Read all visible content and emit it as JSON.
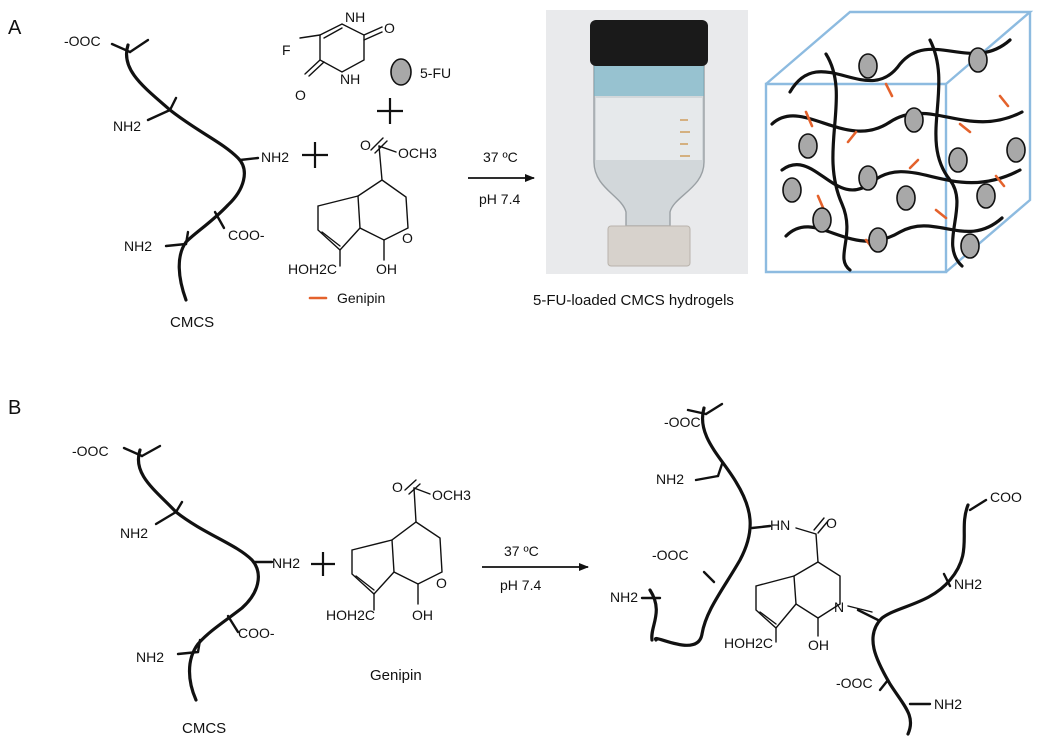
{
  "panel_a": {
    "letter": "A",
    "cmcs": {
      "coo_top": "-OOC",
      "nh2_1": "NH2",
      "nh2_2": "NH2",
      "coo_mid": "COO-",
      "nh2_3": "NH2",
      "caption": "CMCS"
    },
    "fu": {
      "f": "F",
      "nh_top": "NH",
      "o_right": "O",
      "nh_bottom": "NH",
      "o_bottom": "O",
      "legend_label": "5-FU"
    },
    "genipin": {
      "o_top": "O",
      "och3": "OCH3",
      "o_ring": "O",
      "hoh2c": "HOH2C",
      "oh": "OH",
      "legend_label": "Genipin"
    },
    "condition_temp": "37 ºC",
    "condition_ph": "pH 7.4",
    "hydrogel_caption": "5-FU-loaded CMCS hydrogels",
    "colors": {
      "crosslink": "#e4622c",
      "cube_edge": "#8dbbe0",
      "drug_fill": "#a8a8a8"
    }
  },
  "panel_b": {
    "letter": "B",
    "cmcs": {
      "coo_top": "-OOC",
      "nh2_1": "NH2",
      "nh2_2": "NH2",
      "coo_mid": "COO-",
      "nh2_3": "NH2",
      "caption": "CMCS"
    },
    "genipin": {
      "o_top": "O",
      "och3": "OCH3",
      "o_ring": "O",
      "hoh2c": "HOH2C",
      "oh": "OH",
      "caption": "Genipin"
    },
    "condition_temp": "37 ºC",
    "condition_ph": "pH 7.4",
    "product": {
      "coo_top": "-OOC",
      "nh2_a": "NH2",
      "hn": "HN",
      "o_amide": "O",
      "coo_left": "-OOC",
      "nh2_left": "NH2",
      "n_ring": "N",
      "hoh2c": "HOH2C",
      "oh": "OH",
      "coo_right": "COO",
      "nh2_right": "NH2",
      "coo_bottom": "-OOC",
      "nh2_bottom": "NH2"
    }
  }
}
